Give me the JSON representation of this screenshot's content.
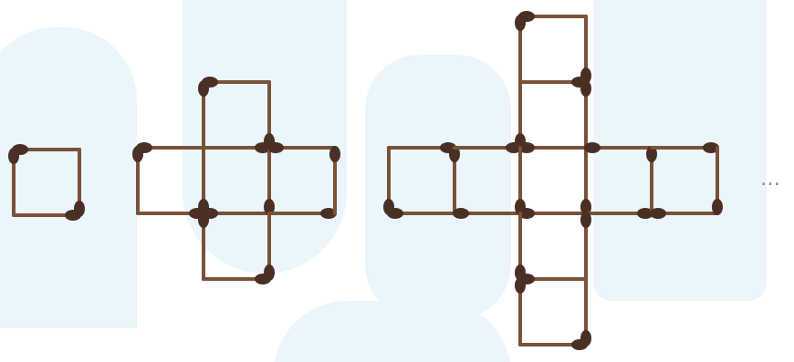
{
  "figures": [
    {
      "name": "figure-1",
      "squares": [
        [
          0,
          0
        ]
      ]
    },
    {
      "name": "figure-2",
      "squares": [
        [
          0,
          -1
        ],
        [
          -1,
          0
        ],
        [
          0,
          0
        ],
        [
          1,
          0
        ],
        [
          0,
          1
        ]
      ]
    },
    {
      "name": "figure-3",
      "squares": [
        [
          0,
          -2
        ],
        [
          0,
          -1
        ],
        [
          -2,
          0
        ],
        [
          -1,
          0
        ],
        [
          0,
          0
        ],
        [
          1,
          0
        ],
        [
          2,
          0
        ],
        [
          0,
          1
        ],
        [
          0,
          2
        ]
      ]
    }
  ],
  "continuation": {
    "text": "…"
  },
  "colors": {
    "stick": "#7a5238",
    "head": "#4a3024",
    "background_shapes": "#eaf5fc"
  }
}
